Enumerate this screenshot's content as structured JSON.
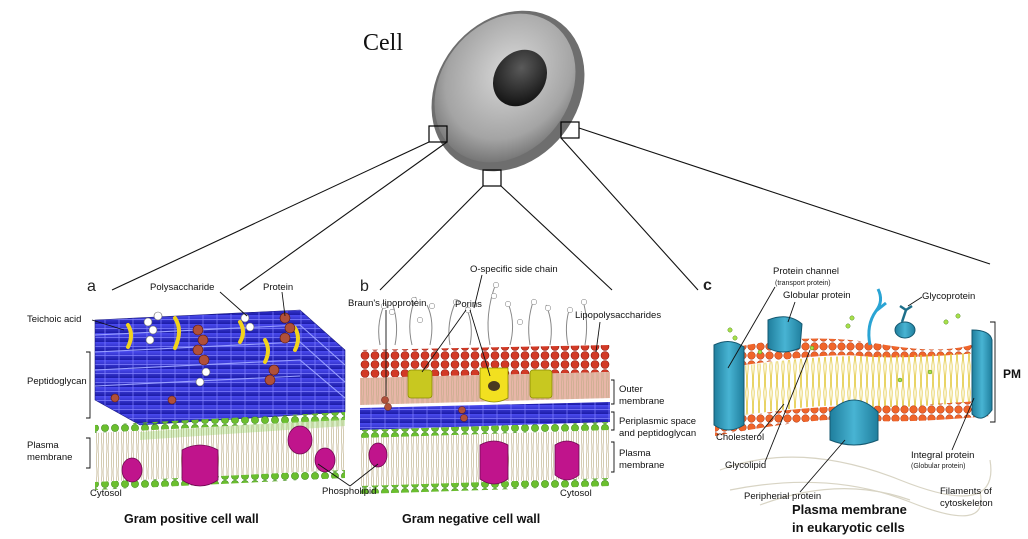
{
  "cell": {
    "title": "Cell"
  },
  "panel_a": {
    "letter": "a",
    "caption": "Gram positive cell wall",
    "labels": {
      "polysaccharide": "Polysaccharide",
      "protein": "Protein",
      "teichoic_acid": "Teichoic acid",
      "peptidoglycan": "Peptidoglycan",
      "plasma_membrane_1": "Plasma",
      "plasma_membrane_2": "membrane",
      "cytosol": "Cytosol"
    }
  },
  "panel_b": {
    "letter": "b",
    "caption": "Gram negative cell wall",
    "labels": {
      "o_specific": "O-specific side chain",
      "brauns": "Braun's lipoprotein",
      "porins": "Porins",
      "lps": "Lipopolysaccharides",
      "outer_membrane_1": "Outer",
      "outer_membrane_2": "membrane",
      "periplasmic_1": "Periplasmic space",
      "periplasmic_2": "and peptidoglycan",
      "plasma_membrane_1": "Plasma",
      "plasma_membrane_2": "membrane",
      "phospholipid": "Phospholipid",
      "cytosol": "Cytosol"
    }
  },
  "panel_c": {
    "letter": "c",
    "caption_1": "Plasma membrane",
    "caption_2": "in eukaryotic cells",
    "labels": {
      "protein_channel": "Protein channel",
      "transport_protein": "(transport protein)",
      "globular_protein": "Globular protein",
      "glycoprotein": "Glycoprotein",
      "pm": "PM",
      "cholesterol": "Cholesterol",
      "glycolipid": "Glycolipid",
      "integral_protein": "Integral protein",
      "globular_protein_paren": "(Globular protein)",
      "peripheral_protein": "Peripherial protein",
      "filaments_1": "Filaments of",
      "filaments_2": "cytoskeleton"
    }
  },
  "colors": {
    "peptidoglycan": "#2a2acf",
    "lps_red": "#cc2a1a",
    "membrane_green": "#6bbf2e",
    "protein_magenta": "#c0148c",
    "euk_orange": "#e0461a",
    "euk_blue": "#2b95b5",
    "cell_gray": "#9e9e9e"
  }
}
